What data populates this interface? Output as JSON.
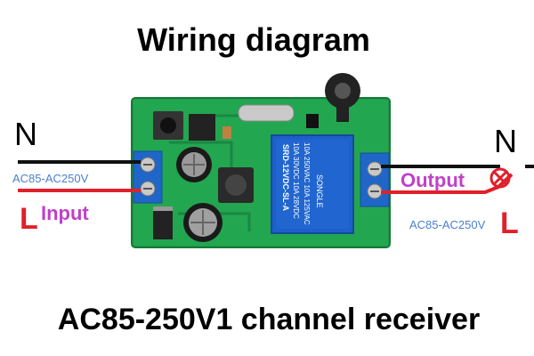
{
  "title": "Wiring diagram",
  "subtitle": "AC85-250V1 channel receiver",
  "left": {
    "neutral": "N",
    "live": "L",
    "voltage": "AC85-AC250V",
    "label": "Input"
  },
  "right": {
    "neutral": "N",
    "live": "L",
    "voltage": "AC85-AC250V",
    "label": "Output"
  },
  "relay": {
    "brand": "SONGLE",
    "model": "SRD-12VDC-SL-A",
    "ratings": [
      "10A 250VAC 10A 125VAC",
      "10A 30VDC 10A 28VDC"
    ]
  },
  "colors": {
    "neutral_wire": "#111111",
    "live_wire": "#e0202a",
    "pcb": "#1f9a4a",
    "terminal": "#1f66c8",
    "relay": "#1e5fc9",
    "lamp": "#e0202a"
  }
}
